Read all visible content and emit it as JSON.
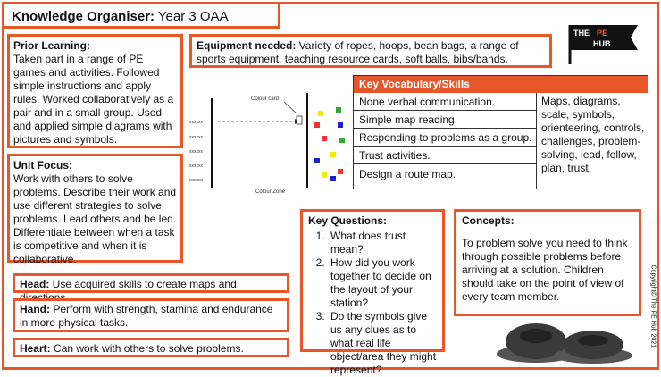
{
  "title": {
    "label": "Knowledge Organiser:",
    "value": " Year 3 OAA"
  },
  "prior_learning": {
    "label": "Prior Learning:",
    "text": "Taken part in a range of PE games and activities. Followed simple instructions and apply rules. Worked collaboratively as a pair and in a small group. Used and applied simple diagrams with pictures and symbols."
  },
  "unit_focus": {
    "label": "Unit Focus:",
    "text": "Work with others to solve problems. Describe their work and use different strategies to solve problems. Lead others and be led. Differentiate between when a task is competitive and when it is collaborative."
  },
  "equipment": {
    "label": "Equipment needed:",
    "text": " Variety of ropes, hoops, bean bags, a range of sports equipment, teaching resource cards, soft balls, bibs/bands."
  },
  "head": {
    "label": "Head:",
    "text": " Use acquired skills to create maps and directions."
  },
  "hand": {
    "label": "Hand:",
    "text": " Perform with strength, stamina and endurance in more physical tasks."
  },
  "heart": {
    "label": "Heart:",
    "text": " Can work with others to solve problems."
  },
  "vocab": {
    "title": "Key Vocabulary/Skills",
    "rows": [
      "None verbal communication.",
      "Simple map reading.",
      "Responding to problems as a group.",
      "Trust activities.",
      "Design a route map."
    ],
    "words": "Maps, diagrams, scale, symbols, orienteering, controls, challenges, problem-solving, lead, follow, plan, trust."
  },
  "questions": {
    "label": "Key Questions:",
    "items": [
      "What does trust mean?",
      "How did you work together to decide on the layout of your station?",
      "Do the symbols give us any clues as to what real life object/area they might represent?"
    ]
  },
  "concepts": {
    "label": "Concepts:",
    "text": "To problem solve you need to think through possible problems before arriving at a solution. Children should take on the point of view of every team member."
  },
  "diagram": {
    "colour_card": "Colour card",
    "colour_zone": "Colour Zone",
    "player_mark": "xxxxxx"
  },
  "logo": {
    "line1": "THE",
    "line2": "PE",
    "line3": "HUB"
  },
  "copyright": "Copyright© The PE Hub 2021",
  "colors": {
    "accent": "#e8572a"
  }
}
